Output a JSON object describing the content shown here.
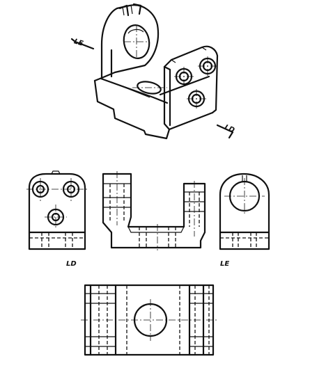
{
  "labels": {
    "le_iso": "LE",
    "ld_iso": "LD",
    "ld_view": "LD",
    "le_view": "LE"
  }
}
